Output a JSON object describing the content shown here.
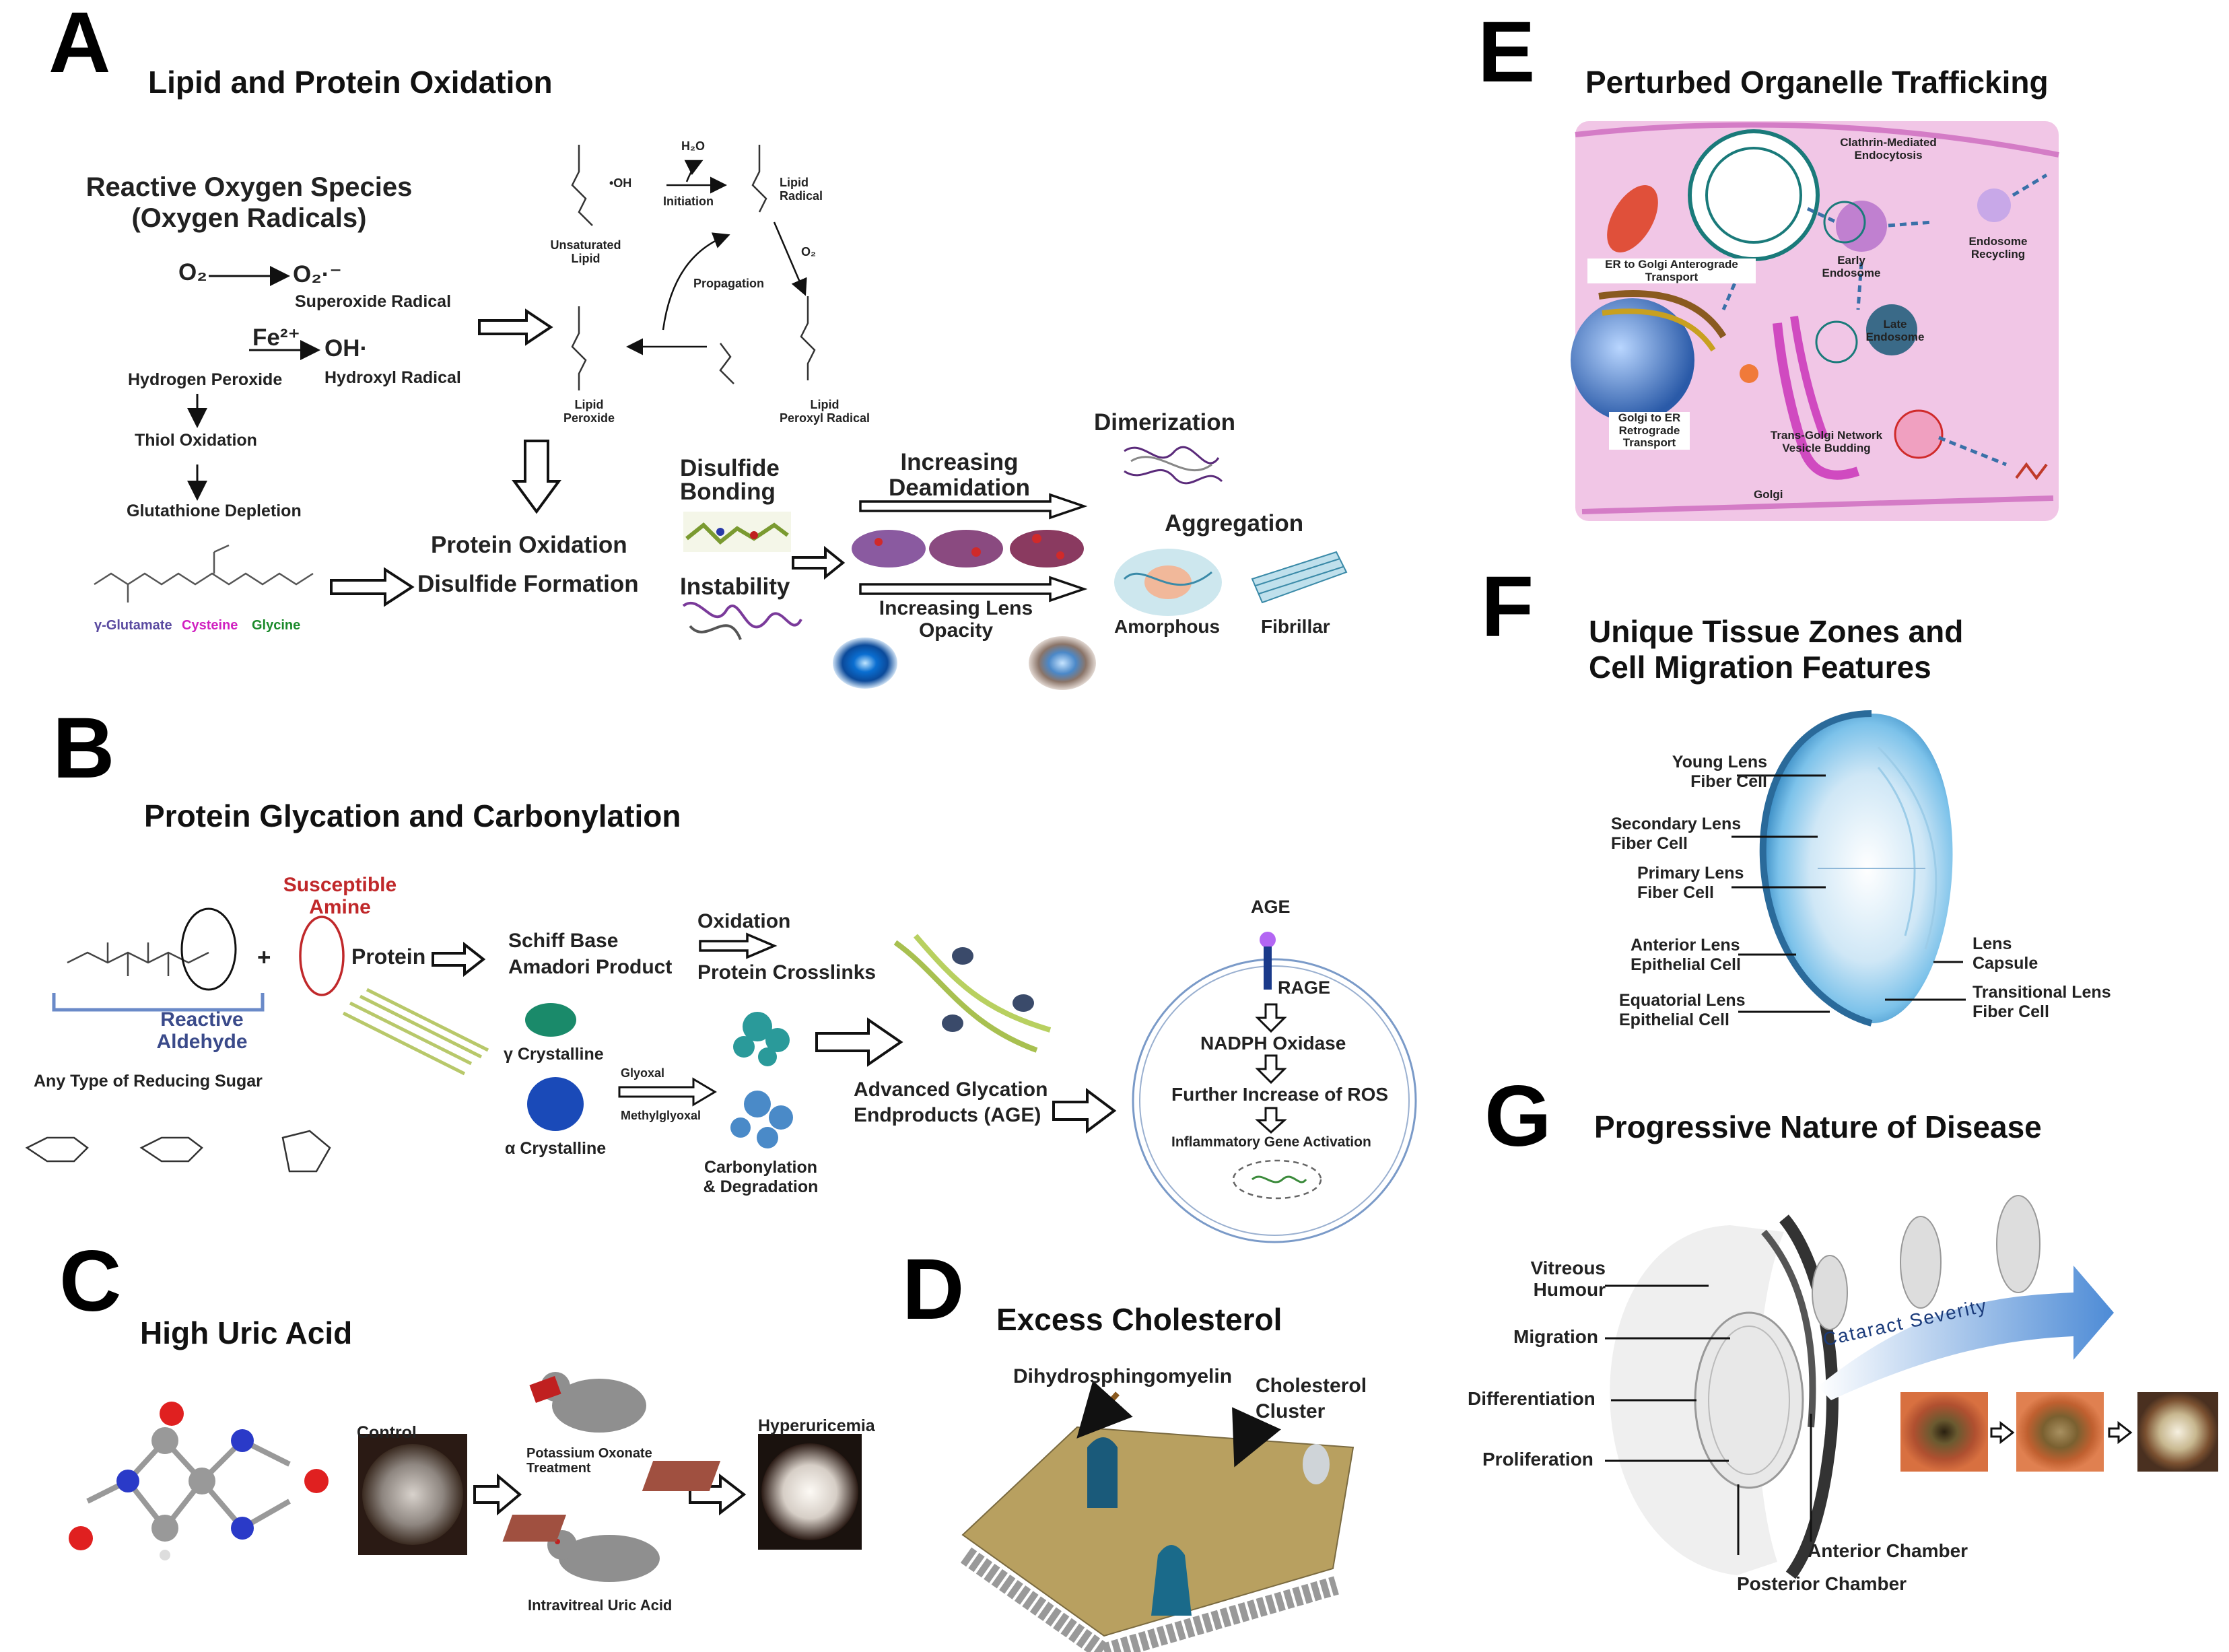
{
  "panels": {
    "A": {
      "letter": "A",
      "title": "Lipid and Protein Oxidation",
      "ros_title_line1": "Reactive Oxygen Species",
      "ros_title_line2": "(Oxygen Radicals)",
      "o2": "O₂",
      "superoxide_symbol": "O₂·⁻",
      "superoxide_label": "Superoxide Radical",
      "fe": "Fe²⁺",
      "oh": "OH·",
      "hydrogen_peroxide": "Hydrogen Peroxide",
      "hydroxyl_radical": "Hydroxyl Radical",
      "thiol_oxidation": "Thiol Oxidation",
      "glutathione_depletion": "Glutathione Depletion",
      "gamma_glutamate": "γ-Glutamate",
      "cysteine": "Cysteine",
      "glycine": "Glycine",
      "unsaturated_lipid_1": "Unsaturated",
      "unsaturated_lipid_2": "Lipid",
      "oh_radical_small": "•OH",
      "h2o": "H₂O",
      "initiation": "Initiation",
      "lipid_radical_1": "Lipid",
      "lipid_radical_2": "Radical",
      "propagation": "Propagation",
      "o2_small": "O₂",
      "lipid_peroxide_1": "Lipid",
      "lipid_peroxide_2": "Peroxide",
      "lipid_peroxyl_1": "Lipid",
      "lipid_peroxyl_2": "Peroxyl Radical",
      "protein_oxidation": "Protein Oxidation",
      "disulfide_formation": "Disulfide Formation",
      "disulfide_bonding_1": "Disulfide",
      "disulfide_bonding_2": "Bonding",
      "instability": "Instability",
      "increasing_deamidation_1": "Increasing",
      "increasing_deamidation_2": "Deamidation",
      "increasing_lens_opacity_1": "Increasing Lens",
      "increasing_lens_opacity_2": "Opacity",
      "dimerization": "Dimerization",
      "aggregation": "Aggregation",
      "amorphous": "Amorphous",
      "fibrillar": "Fibrillar"
    },
    "B": {
      "letter": "B",
      "title": "Protein Glycation and Carbonylation",
      "susceptible_amine_1": "Susceptible",
      "susceptible_amine_2": "Amine",
      "protein": "Protein",
      "reactive_aldehyde_1": "Reactive",
      "reactive_aldehyde_2": "Aldehyde",
      "any_type_sugar": "Any Type of Reducing Sugar",
      "schiff_base": "Schiff Base",
      "amadori_product": "Amadori Product",
      "oxidation": "Oxidation",
      "protein_crosslinks": "Protein Crosslinks",
      "gamma_crystalline": "γ Crystalline",
      "alpha_crystalline": "α Crystalline",
      "glyoxal": "Glyoxal",
      "methylglyoxal": "Methylglyoxal",
      "carbonylation_1": "Carbonylation",
      "carbonylation_2": "& Degradation",
      "age_full_1": "Advanced Glycation",
      "age_full_2": "Endproducts (AGE)",
      "age": "AGE",
      "rage": "RAGE",
      "nadph": "NADPH Oxidase",
      "further_ros": "Further Increase of ROS",
      "inflammatory": "Inflammatory Gene Activation",
      "plus": "+"
    },
    "C": {
      "letter": "C",
      "title": "High Uric Acid",
      "control": "Control",
      "potassium_oxonate_1": "Potassium Oxonate",
      "potassium_oxonate_2": "Treatment",
      "intravitreal": "Intravitreal Uric Acid",
      "hyperuricemia": "Hyperuricemia"
    },
    "D": {
      "letter": "D",
      "title": "Excess Cholesterol",
      "dihydrosphingomyelin": "Dihydrosphingomyelin",
      "cholesterol_cluster_1": "Cholesterol",
      "cholesterol_cluster_2": "Cluster"
    },
    "E": {
      "letter": "E",
      "title": "Perturbed Organelle Trafficking",
      "clathrin_1": "Clathrin-Mediated",
      "clathrin_2": "Endocytosis",
      "er_golgi_1": "ER to Golgi Anterograde",
      "er_golgi_2": "Transport",
      "early_endosome_1": "Early",
      "early_endosome_2": "Endosome",
      "endosome_recycling_1": "Endosome",
      "endosome_recycling_2": "Recycling",
      "late_endosome_1": "Late",
      "late_endosome_2": "Endosome",
      "golgi_er_1": "Golgi to ER",
      "golgi_er_2": "Retrograde",
      "golgi_er_3": "Transport",
      "trans_golgi_1": "Trans-Golgi Network",
      "trans_golgi_2": "Vesicle Budding",
      "golgi": "Golgi"
    },
    "F": {
      "letter": "F",
      "title_line1": "Unique Tissue Zones and",
      "title_line2": "Cell Migration Features",
      "young_1": "Young Lens",
      "young_2": "Fiber Cell",
      "secondary_1": "Secondary Lens",
      "secondary_2": "Fiber Cell",
      "primary_1": "Primary Lens",
      "primary_2": "Fiber Cell",
      "anterior_1": "Anterior Lens",
      "anterior_2": "Epithelial Cell",
      "equatorial_1": "Equatorial Lens",
      "equatorial_2": "Epithelial Cell",
      "capsule_1": "Lens",
      "capsule_2": "Capsule",
      "transitional_1": "Transitional Lens",
      "transitional_2": "Fiber Cell"
    },
    "G": {
      "letter": "G",
      "title": "Progressive Nature of Disease",
      "vitreous_1": "Vitreous",
      "vitreous_2": "Humour",
      "migration": "Migration",
      "differentiation": "Differentiation",
      "proliferation": "Proliferation",
      "anterior_chamber": "Anterior Chamber",
      "posterior_chamber": "Posterior Chamber",
      "cataract_severity": "Cataract Severity"
    }
  },
  "colors": {
    "glutamate": "#5a4aa0",
    "cysteine": "#d020c0",
    "glycine": "#1a8a2a",
    "amine_red": "#c0282a",
    "aldehyde_blue": "#3a4a8a",
    "cell_pink": "#f1c6e6",
    "lens_blue": "#5db0de"
  }
}
